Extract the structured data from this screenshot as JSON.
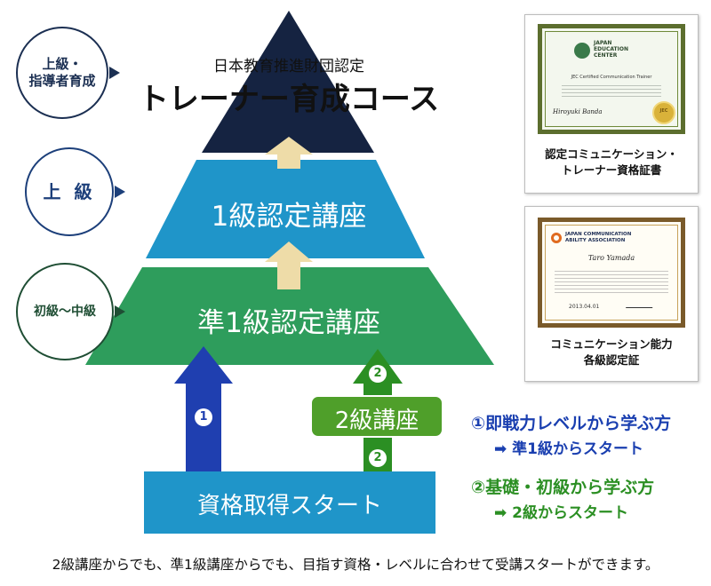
{
  "colors": {
    "tier_top": "#152341",
    "tier_mid": "#1f95c9",
    "tier_low": "#2e9d5c",
    "start_box": "#1f95c9",
    "up_arrow": "#eedca8",
    "blue_arrow": "#1f3fb0",
    "green_arrow": "#2b8f23",
    "route1_text": "#1a3fb0",
    "route2_text": "#2b8f23"
  },
  "levels": {
    "top": "上級・\n指導者育成",
    "mid": "上 級",
    "low": "初級〜中級"
  },
  "pyramid": {
    "top_subtitle": "日本教育推進財団認定",
    "top_title": "トレーナー育成コース",
    "mid_title": "1級認定講座",
    "low_title": "準1級認定講座",
    "start_label": "資格取得スタート",
    "level2_label": "2級講座"
  },
  "badges": {
    "route1": "1",
    "route2": "2"
  },
  "certificates": {
    "trainer": {
      "org": "JAPAN\nEDUCATION\nCENTER",
      "heading": "JEC Certified Communication Trainer",
      "seal": "JEC",
      "signature": "Hiroyuki Banda",
      "caption": "認定コミュニケーション・\nトレーナー資格証書"
    },
    "ability": {
      "org": "JAPAN COMMUNICATION\nABILITY ASSOCIATION",
      "name": "Taro Yamada",
      "date": "2013.04.01",
      "caption": "コミュニケーション能力\n各級認定証"
    }
  },
  "routes": {
    "route1_title": "①即戦力レベルから学ぶ方",
    "route1_sub": "準1級からスタート",
    "route2_title": "②基礎・初級から学ぶ方",
    "route2_sub": "2級からスタート"
  },
  "footer": "2級講座からでも、準1級講座からでも、目指す資格・レベルに合わせて受講スタートができます。"
}
